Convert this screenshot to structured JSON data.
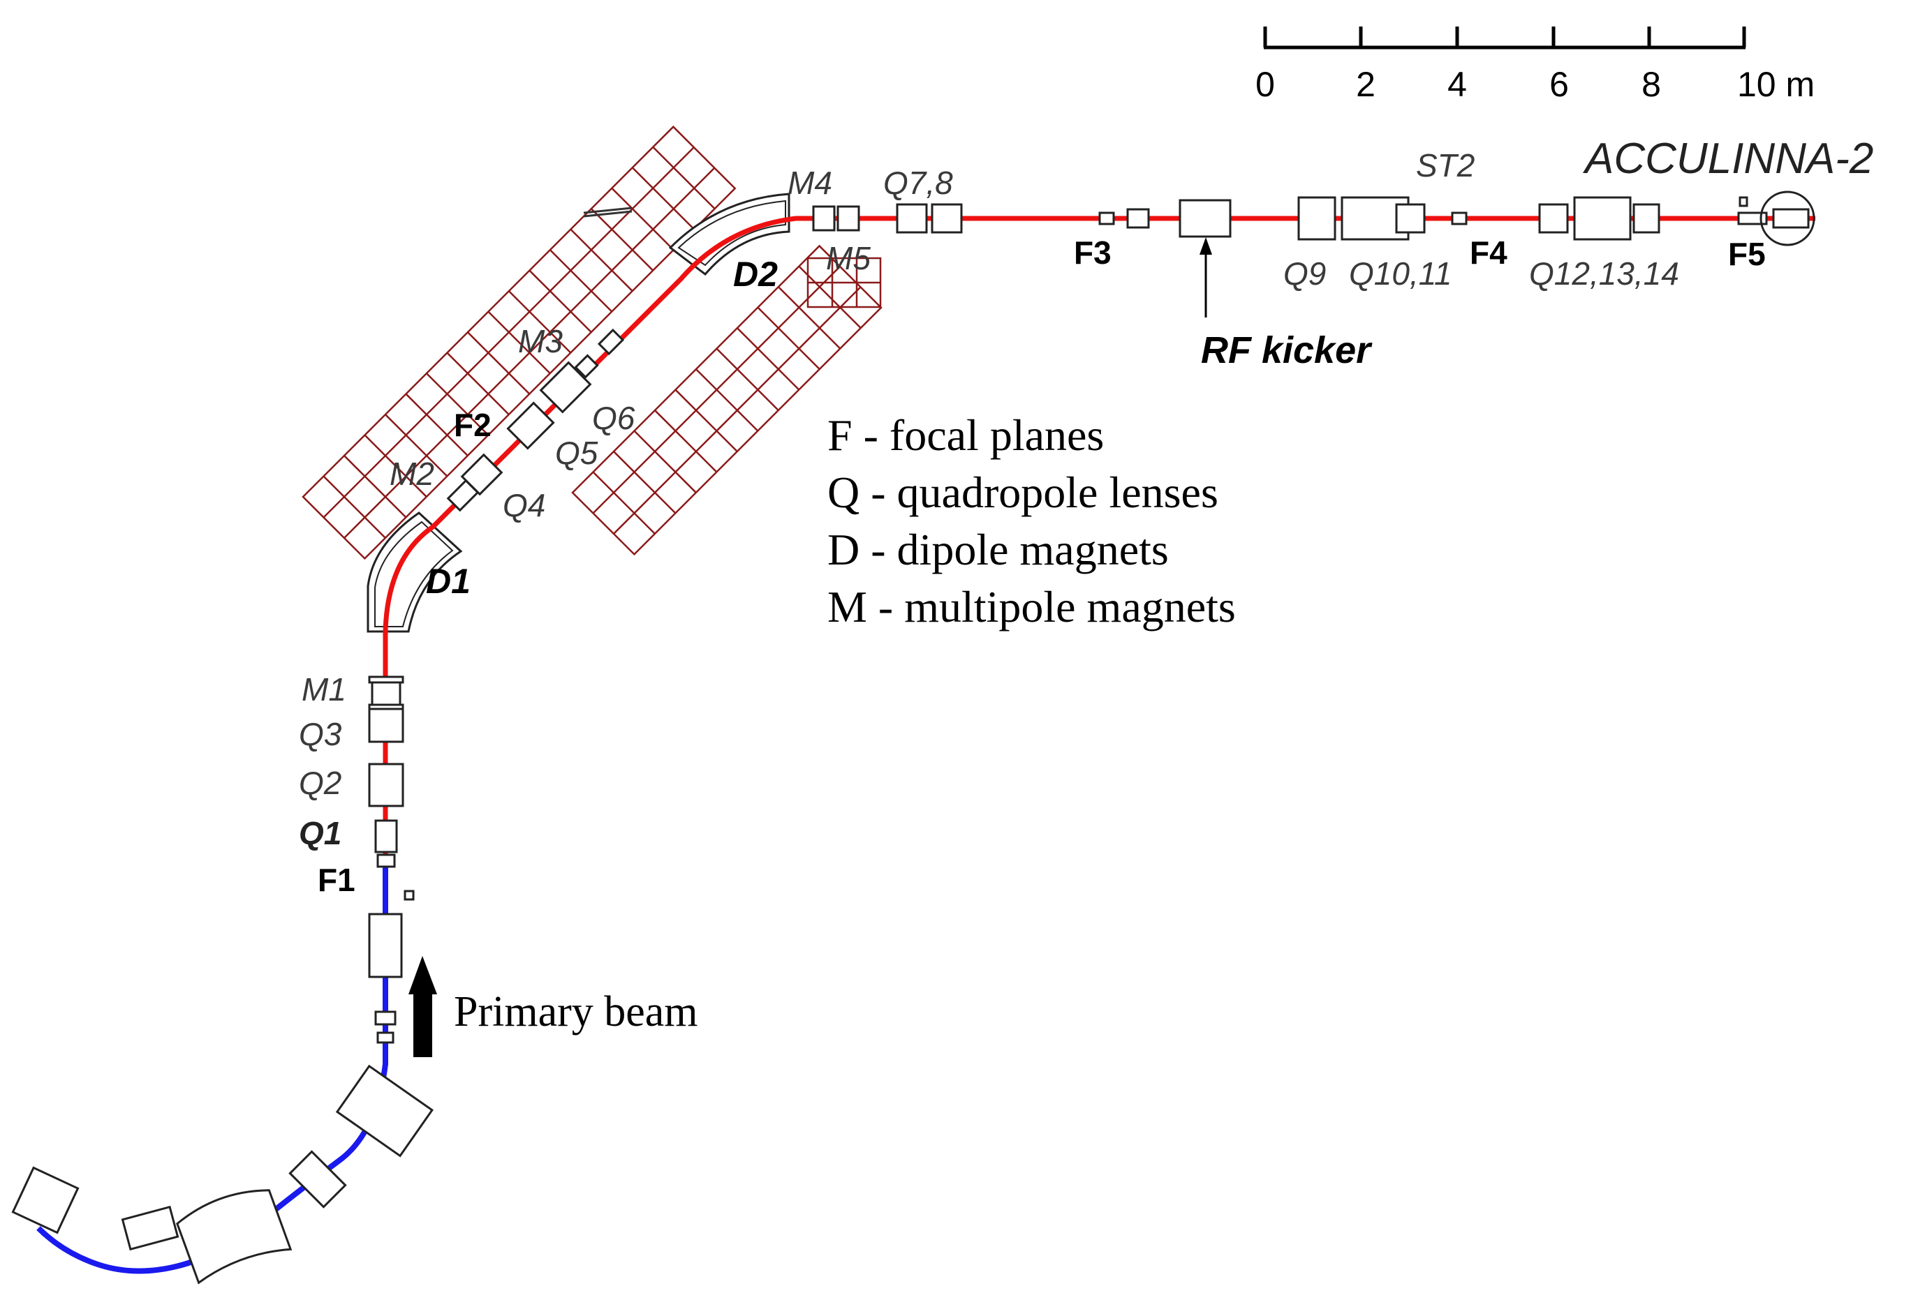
{
  "title": "ACCULINNA-2",
  "scale": {
    "ticks": [
      "0",
      "2",
      "4",
      "6",
      "8",
      "10 m"
    ]
  },
  "focal_labels": [
    "F1",
    "F2",
    "F3",
    "F4",
    "F5"
  ],
  "dipole_labels": [
    "D1",
    "D2"
  ],
  "element_labels": {
    "m1": "M1",
    "q3": "Q3",
    "q2": "Q2",
    "q1": "Q1",
    "m2": "M2",
    "q4": "Q4",
    "q5": "Q5",
    "q6": "Q6",
    "m3": "M3",
    "m4": "M4",
    "m5": "M5",
    "q78": "Q7,8",
    "q9": "Q9",
    "q1011": "Q10,11",
    "st2": "ST2",
    "q121314": "Q12,13,14"
  },
  "rf_kicker": "RF kicker",
  "primary_beam": "Primary beam",
  "legend": [
    "F - focal planes",
    "Q - quadropole lenses",
    "D - dipole magnets",
    "M - multipole magnets"
  ],
  "colors": {
    "secondary_beam": "#ee1111",
    "primary_beam": "#1a1aee",
    "shielding_grid": "#8b1a1a",
    "outline": "#222222"
  }
}
